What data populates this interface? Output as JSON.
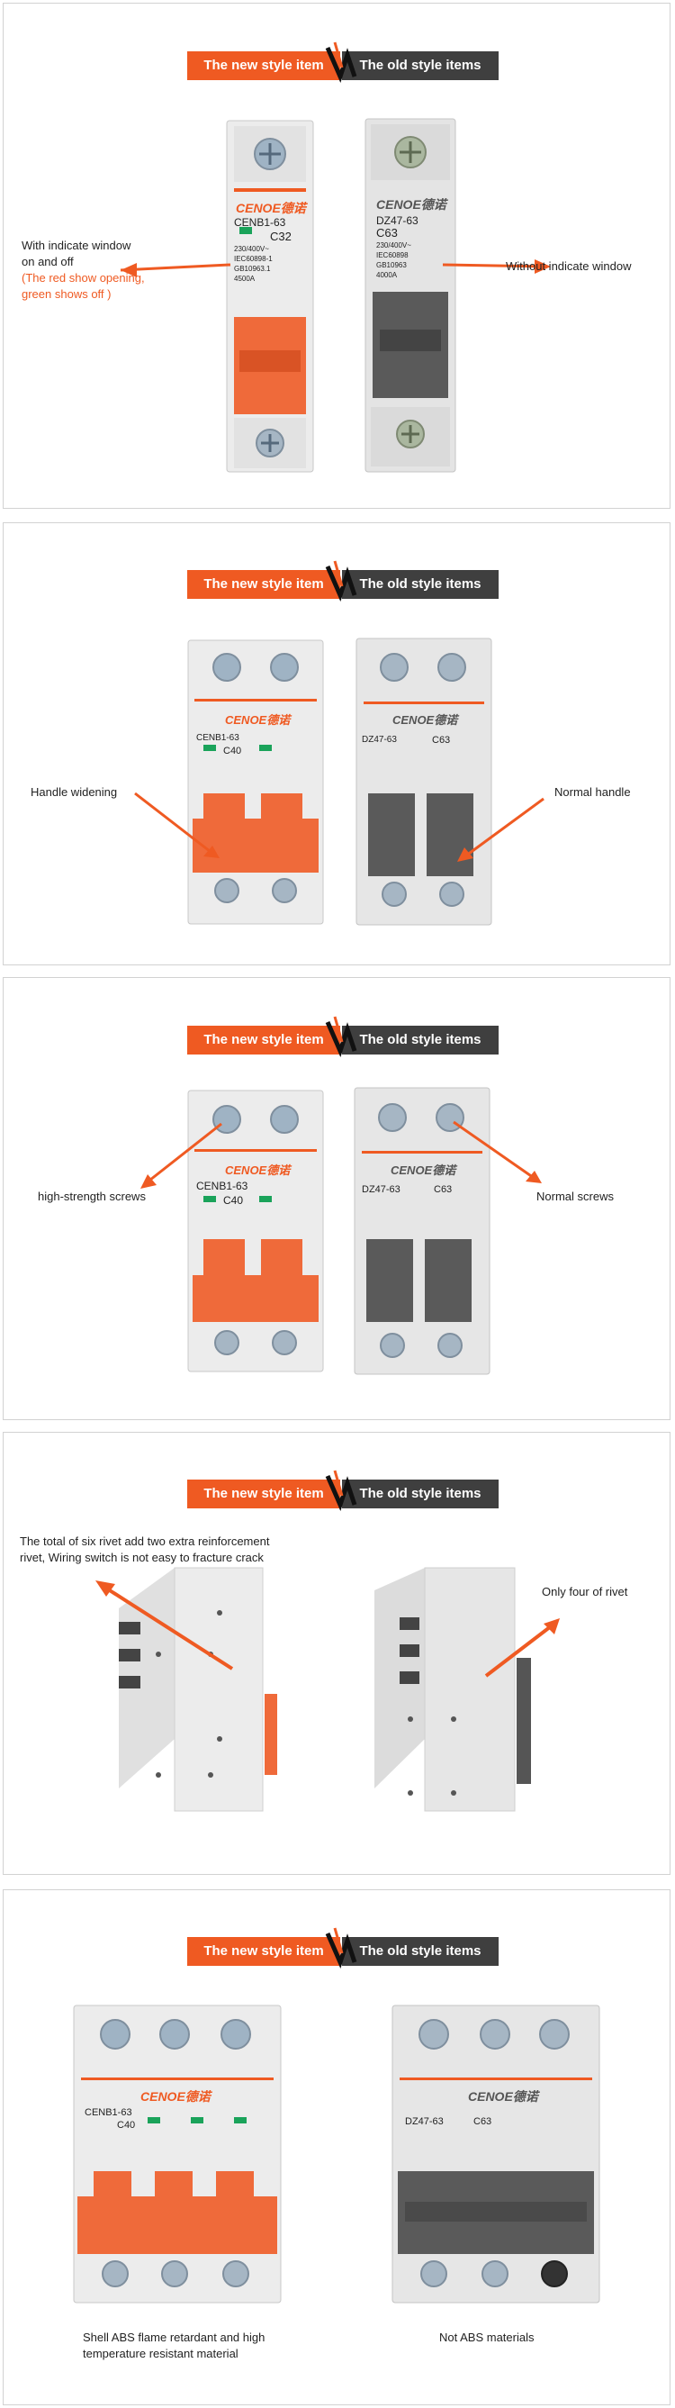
{
  "colors": {
    "accent": "#ef5a22",
    "dark": "#3f3f3f",
    "breaker_body": "#eeeeee",
    "handle_new": "#ef6a3a",
    "handle_old": "#5a5a5a",
    "indicator": "#1aa35a"
  },
  "badge": {
    "new_label": "The new style item",
    "old_label": "The old style items"
  },
  "brand": {
    "name": "CENOE",
    "cn": "德诺"
  },
  "panels": [
    {
      "left_note_1": "With indicate window",
      "left_note_2": "on and off",
      "left_note_3": "(The red show opening,",
      "left_note_4": "green shows off )",
      "right_note": "Without indicate window",
      "new_model": "CENB1-63",
      "new_rating": "C32",
      "new_spec": [
        "230/400V~",
        "IEC60898-1",
        "GB10963.1",
        "4500A"
      ],
      "old_model": "DZ47-63",
      "old_rating": "C63",
      "old_spec": [
        "230/400V~",
        "IEC60898",
        "GB10963",
        "4000A"
      ]
    },
    {
      "left_note": "Handle widening",
      "right_note": "Normal handle",
      "new_model": "CENB1-63",
      "new_rating": "C40",
      "old_model": "DZ47-63",
      "old_rating": "C63"
    },
    {
      "left_note": "high-strength screws",
      "right_note": "Normal screws",
      "new_model": "CENB1-63",
      "new_rating": "C40",
      "old_model": "DZ47-63",
      "old_rating": "C63"
    },
    {
      "left_note_1": "The total of six rivet add two extra reinforcement",
      "left_note_2": "rivet,  Wiring switch is not easy to fracture crack",
      "right_note": "Only four of rivet"
    },
    {
      "left_note_1": "Shell ABS flame retardant and high",
      "left_note_2": "temperature resistant material",
      "right_note": "Not ABS materials",
      "new_model": "CENB1-63",
      "new_rating": "C40",
      "old_model": "DZ47-63",
      "old_rating": "C63"
    }
  ]
}
